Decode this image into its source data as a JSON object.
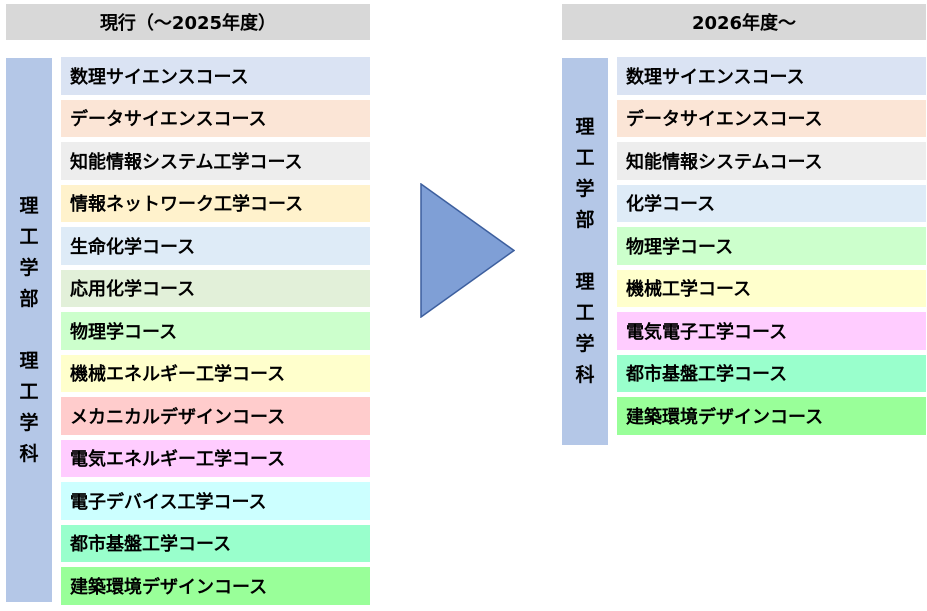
{
  "left": {
    "header": "現行（～2025年度）",
    "faculty": [
      "理",
      "工",
      "学",
      "部"
    ],
    "department": [
      "理",
      "工",
      "学",
      "科"
    ],
    "courses": [
      {
        "label": "数理サイエンスコース",
        "color": "#dae3f3"
      },
      {
        "label": "データサイエンスコース",
        "color": "#fbe5d6"
      },
      {
        "label": "知能情報システム工学コース",
        "color": "#ededed"
      },
      {
        "label": "情報ネットワーク工学コース",
        "color": "#fff2cc"
      },
      {
        "label": "生命化学コース",
        "color": "#deebf7"
      },
      {
        "label": "応用化学コース",
        "color": "#e2f0d9"
      },
      {
        "label": "物理学コース",
        "color": "#ccffcc"
      },
      {
        "label": "機械エネルギー工学コース",
        "color": "#ffffcc"
      },
      {
        "label": "メカニカルデザインコース",
        "color": "#ffcccc"
      },
      {
        "label": "電気エネルギー工学コース",
        "color": "#ffccff"
      },
      {
        "label": "電子デバイス工学コース",
        "color": "#ccffff"
      },
      {
        "label": "都市基盤工学コース",
        "color": "#99ffcc"
      },
      {
        "label": "建築環境デザインコース",
        "color": "#99ff99"
      }
    ]
  },
  "right": {
    "header": "2026年度～",
    "faculty": [
      "理",
      "工",
      "学",
      "部"
    ],
    "department": [
      "理",
      "工",
      "学",
      "科"
    ],
    "courses": [
      {
        "label": "数理サイエンスコース",
        "color": "#dae3f3"
      },
      {
        "label": "データサイエンスコース",
        "color": "#fbe5d6"
      },
      {
        "label": "知能情報システムコース",
        "color": "#ededed"
      },
      {
        "label": "化学コース",
        "color": "#deebf7"
      },
      {
        "label": "物理学コース",
        "color": "#ccffcc"
      },
      {
        "label": "機械工学コース",
        "color": "#ffffcc"
      },
      {
        "label": "電気電子工学コース",
        "color": "#ffccff"
      },
      {
        "label": "都市基盤工学コース",
        "color": "#99ffcc"
      },
      {
        "label": "建築環境デザインコース",
        "color": "#99ff99"
      }
    ]
  },
  "colors": {
    "header_bg": "#d8d8d8",
    "side_bg": "#b4c7e7",
    "arrow_fill": "#7f9fd6",
    "arrow_stroke": "#3d5f9e"
  }
}
